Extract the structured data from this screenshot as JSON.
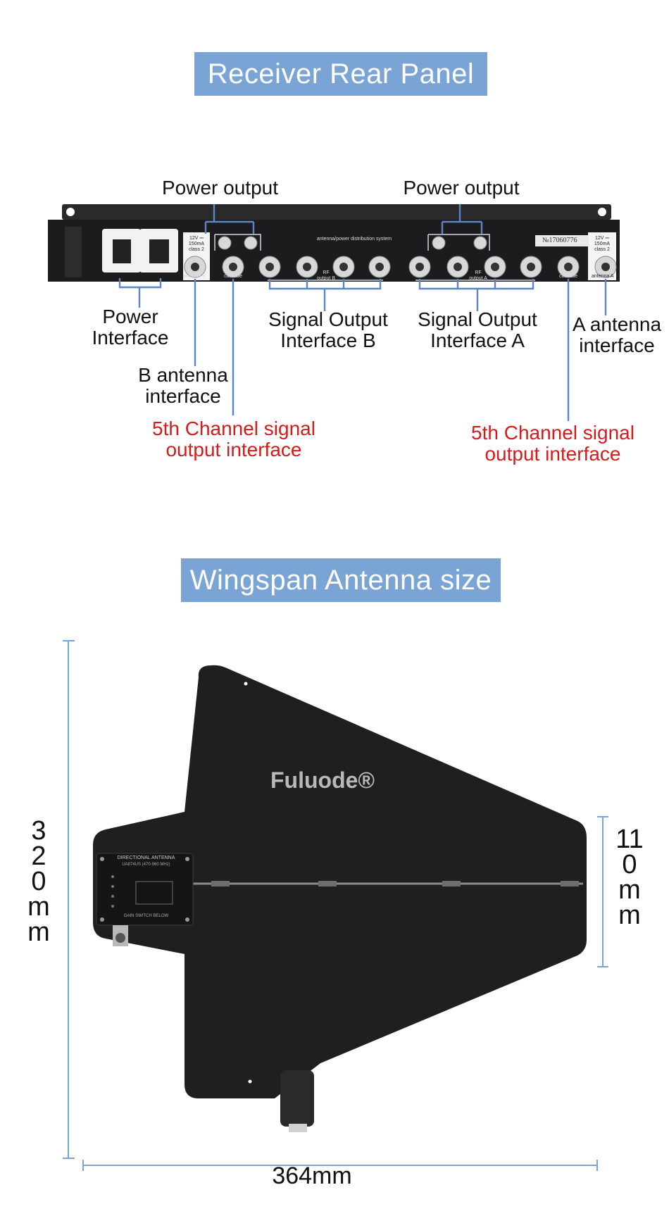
{
  "rear_panel": {
    "title": "Receiver Rear Panel",
    "labels": {
      "power_output_left": "Power output",
      "power_output_right": "Power output",
      "power_interface": "Power\nInterface",
      "signal_output_b": "Signal Output\nInterface B",
      "signal_output_a": "Signal Output\nInterface A",
      "a_antenna": "A antenna\ninterface",
      "b_antenna": "B antenna\ninterface",
      "fifth_channel_left": "5th Channel signal\noutput interface",
      "fifth_channel_right": "5th Channel signal\noutput interface"
    },
    "device_text": {
      "antenna_b": "antenna B",
      "antenna_a": "antenna A",
      "cascade_left": "cascade",
      "cascade_right": "cascade",
      "rf_output_b": "RF output B",
      "rf_output_a": "RF output A",
      "distribution": "antenna/power distribution system",
      "serial": "№17060776",
      "spec_left": "12V ⎓ 150mA class 2",
      "spec_right": "12V ⎓ 150mA class 2"
    }
  },
  "antenna": {
    "title": "Wingspan Antenna size",
    "brand": "Fuluode®",
    "module_title": "DIRECTIONAL ANTENNA",
    "module_model": "UA874US (470-960 MHz)",
    "module_footer": "GAIN SWITCH BELOW",
    "height_label": "320mm",
    "width_label": "364mm",
    "side_label": "110mm"
  },
  "colors": {
    "banner": "#7aa3d6",
    "leader": "#5b86c4",
    "red_text": "#d41c1c",
    "panel": "#1c1c1e"
  }
}
